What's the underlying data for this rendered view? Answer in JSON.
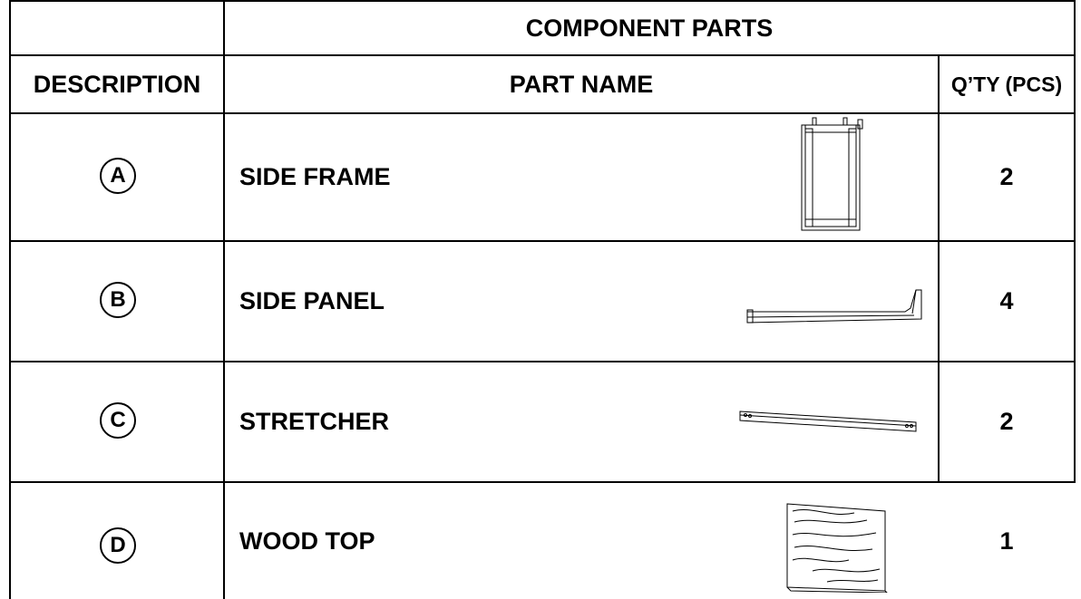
{
  "table": {
    "group_header": "COMPONENT PARTS",
    "col_description": "DESCRIPTION",
    "col_part_name": "PART NAME",
    "col_qty": "Q’TY (PCS)"
  },
  "rows": [
    {
      "letter": "A",
      "name": "SIDE FRAME",
      "qty": "2",
      "image_icon": "side-frame-drawing"
    },
    {
      "letter": "B",
      "name": "SIDE PANEL",
      "qty": "4",
      "image_icon": "side-panel-drawing"
    },
    {
      "letter": "C",
      "name": "STRETCHER",
      "qty": "2",
      "image_icon": "stretcher-drawing"
    },
    {
      "letter": "D",
      "name": "WOOD TOP",
      "qty": "1",
      "image_icon": "wood-top-drawing"
    }
  ]
}
